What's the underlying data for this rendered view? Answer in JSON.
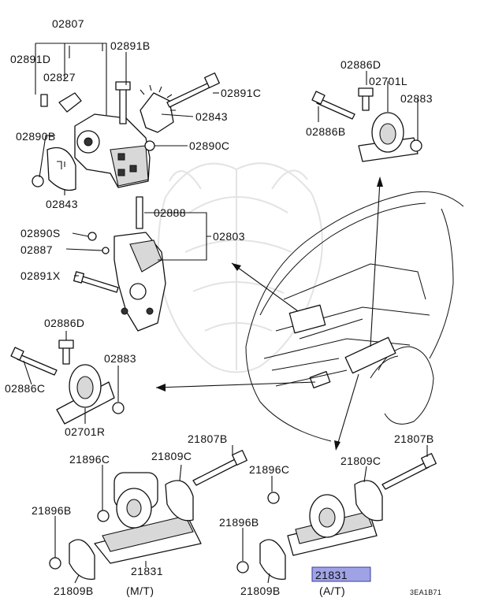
{
  "labels": {
    "p02807": "02807",
    "p02891d": "02891D",
    "p02827": "02827",
    "p02891b": "02891B",
    "p02891c": "02891C",
    "p02843_top": "02843",
    "p02890b": "02890B",
    "p02890c": "02890C",
    "p02843_left": "02843",
    "p02888": "02888",
    "p02803": "02803",
    "p02890s": "02890S",
    "p02887": "02887",
    "p02891x": "02891X",
    "p02886d_tr": "02886D",
    "p02701l": "02701L",
    "p02883_tr": "02883",
    "p02886b": "02886B",
    "p02886d_l": "02886D",
    "p02883_l": "02883",
    "p02886c": "02886C",
    "p02701r": "02701R",
    "p21807b_l": "21807B",
    "p21807b_r": "21807B",
    "p21896c_l": "21896C",
    "p21809c_l": "21809C",
    "p21896c_r": "21896C",
    "p21809c_r": "21809C",
    "p21896b_l": "21896B",
    "p21896b_r": "21896B",
    "p21831_l": "21831",
    "p21831_r": "21831",
    "p21809b_l": "21809B",
    "p21809b_r": "21809B",
    "mt": "(M/T)",
    "at": "(A/T)",
    "code": "3EA1B71"
  },
  "colors": {
    "highlight": "#9fa3e6",
    "line": "#111111"
  }
}
